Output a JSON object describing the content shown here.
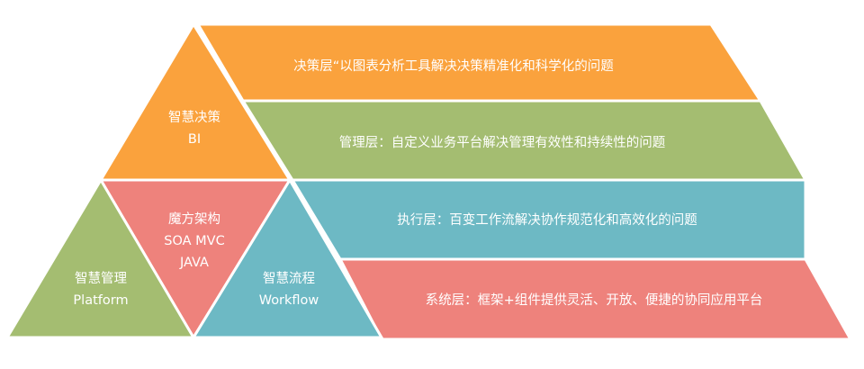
{
  "colors": {
    "orange": "#FAA23D",
    "green": "#A4BD71",
    "teal": "#6DB9C4",
    "salmon": "#EE827C",
    "stroke": "#ffffff"
  },
  "layers": {
    "decision": "决策层“以图表分析工具解决决策精准化和科学化的问题",
    "management": "管理层：自定义业务平台解决管理有效性和持续性的问题",
    "execution": "执行层：百变工作流解决协作规范化和高效化的问题",
    "system": "系统层：框架+组件提供灵活、开放、便捷的协同应用平台"
  },
  "triangles": {
    "bi": {
      "line1": "智慧决策",
      "line2": "BI"
    },
    "architecture": {
      "line1": "魔方架构",
      "line2": "SOA MVC",
      "line3": "JAVA"
    },
    "platform": {
      "line1": "智慧管理",
      "line2": "Platform"
    },
    "workflow": {
      "line1": "智慧流程",
      "line2": "Workflow"
    }
  }
}
